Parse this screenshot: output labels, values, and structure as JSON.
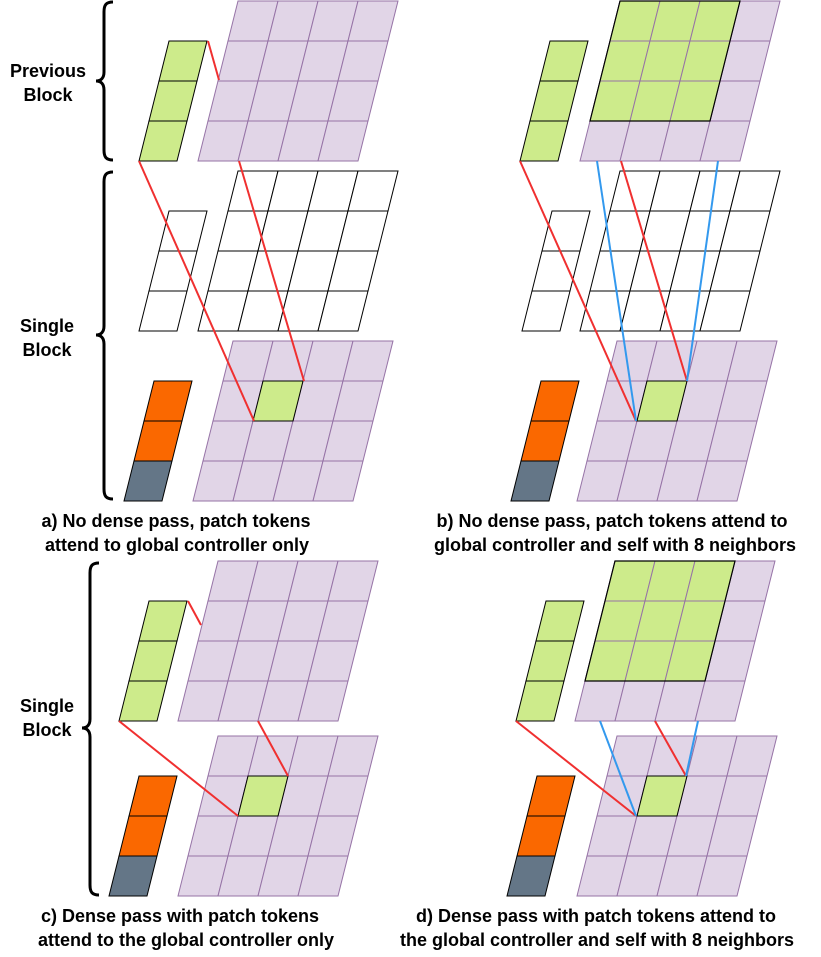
{
  "labels": {
    "previous_block": [
      "Previous",
      "Block"
    ],
    "single_block": [
      "Single",
      "Block"
    ]
  },
  "captions": {
    "a": [
      "a) No dense pass, patch tokens",
      "attend to global controller only"
    ],
    "b": [
      "b) No dense pass, patch tokens attend to",
      "global controller and self with 8 neighbors"
    ],
    "c": [
      "c) Dense pass with patch tokens",
      "attend to the global controller only"
    ],
    "d": [
      "d) Dense pass with patch tokens attend to",
      "the global controller and self with 8 neighbors"
    ]
  },
  "colors": {
    "patch_fill": "#e1d5e7",
    "patch_stroke": "#9673a6",
    "highlight_fill": "#cdeb8b",
    "controller_fill": "#cdeb8b",
    "orange": "#fa6800",
    "slate": "#647687",
    "red_line": "#f03030",
    "blue_line": "#3399ee",
    "empty_stroke": "#000000"
  },
  "grid": {
    "rows": 4,
    "cols": 4
  }
}
